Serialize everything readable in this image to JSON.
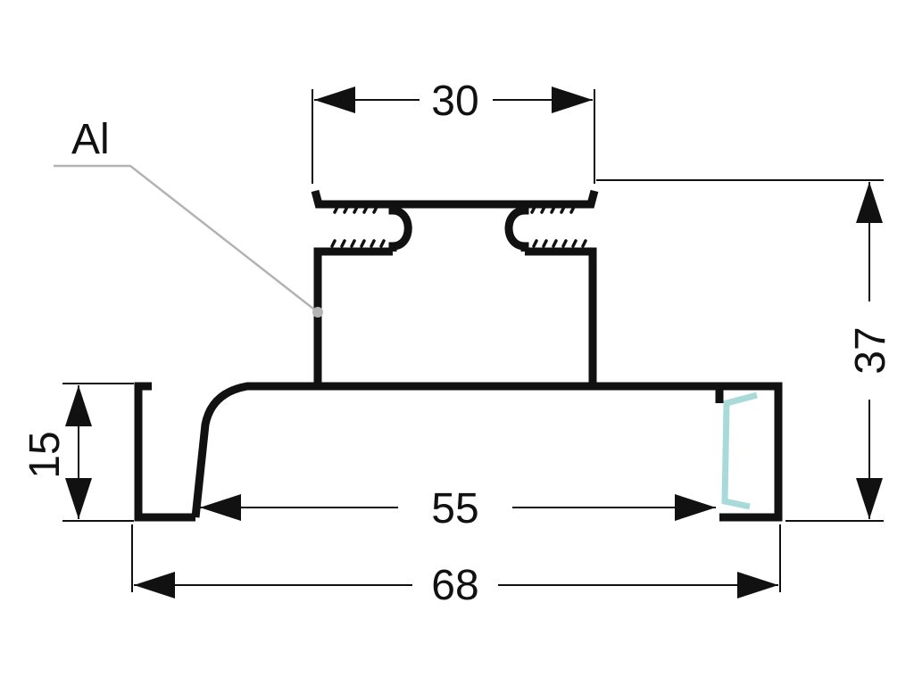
{
  "material": {
    "label": "Al",
    "leader_color": "#b3b3b3"
  },
  "dimensions": {
    "top_width": "30",
    "total_height": "37",
    "side_height": "15",
    "inner_width": "55",
    "total_width": "68"
  },
  "gasket": {
    "color": "#a9dada"
  }
}
